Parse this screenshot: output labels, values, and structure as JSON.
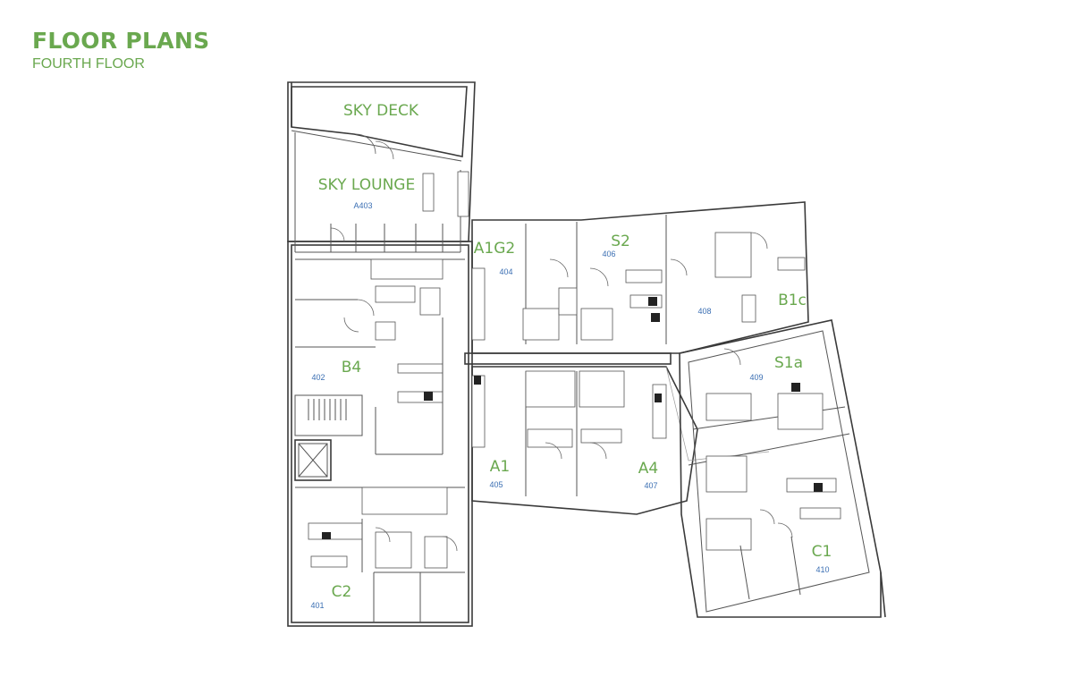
{
  "header": {
    "title": "FLOOR PLANS",
    "subtitle": "FOURTH FLOOR"
  },
  "colors": {
    "accent_green": "#6aa84f",
    "unit_number_blue": "#3b6fb3",
    "wall": "#3a3a3a"
  },
  "spaces": {
    "sky_deck": {
      "name": "SKY DECK"
    },
    "sky_lounge": {
      "name": "SKY LOUNGE",
      "number": "A403"
    },
    "a1g2": {
      "name": "A1G2",
      "number": "404"
    },
    "s2": {
      "name": "S2",
      "number": "406"
    },
    "b1c": {
      "name": "B1c",
      "number": "408"
    },
    "b4": {
      "name": "B4",
      "number": "402"
    },
    "s1a": {
      "name": "S1a",
      "number": "409"
    },
    "a1": {
      "name": "A1",
      "number": "405"
    },
    "a4": {
      "name": "A4",
      "number": "407"
    },
    "c1": {
      "name": "C1",
      "number": "410"
    },
    "c2": {
      "name": "C2",
      "number": "401"
    }
  }
}
